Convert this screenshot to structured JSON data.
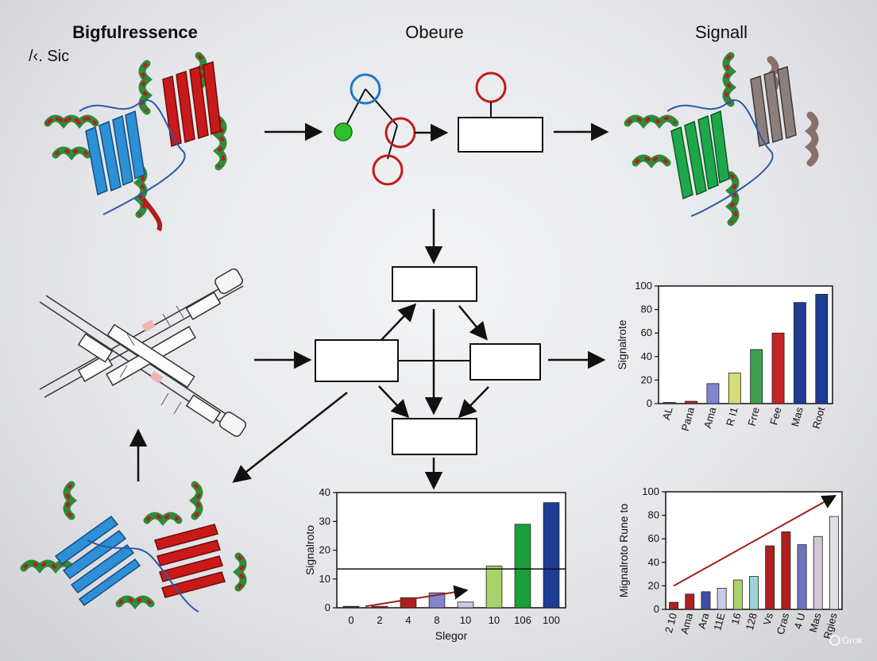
{
  "titles": {
    "left": "Bigfulressence",
    "left_sub": "/‹. Sic",
    "center": "Obeure",
    "right": "Signall"
  },
  "watermark": "Grok",
  "colors": {
    "helix_green": "#2e8b3a",
    "helix_red": "#b51d1d",
    "sheet_blue": "#2d8fd6",
    "sheet_red": "#c91a1a",
    "sheet_green": "#1fa84a",
    "sheet_gray": "#8a7f7c",
    "node_blue": "#1f78c8",
    "node_red": "#c21b1b",
    "node_green": "#2fbf2f"
  },
  "chart_data": [
    {
      "id": "right-bar-chart",
      "type": "bar",
      "categories": [
        "AL",
        "Pana",
        "Ama",
        "R I1",
        "Frre",
        "Fee",
        "Mas",
        "Root"
      ],
      "values": [
        1,
        2,
        17,
        26,
        46,
        60,
        86,
        93
      ],
      "colors": [
        "#3d4fa8",
        "#c02020",
        "#7f85cf",
        "#d8dc78",
        "#3aa04a",
        "#c42424",
        "#1f3c93",
        "#1f3c93"
      ],
      "ylabel": "Signalrote",
      "ylim": [
        0,
        100
      ],
      "yticks": [
        0,
        20,
        40,
        60,
        80,
        100
      ]
    },
    {
      "id": "bottom-bar-chart",
      "type": "bar",
      "categories": [
        "0",
        "2",
        "4",
        "8",
        "10",
        "10",
        "106",
        "100"
      ],
      "values": [
        0.5,
        0.5,
        3.5,
        5.2,
        2,
        14.5,
        29,
        36.5
      ],
      "colors": [
        "#333333",
        "#b01f1f",
        "#b01f1f",
        "#7f85cf",
        "#c8cbe2",
        "#a8d36a",
        "#1a9f3a",
        "#1f3c93"
      ],
      "xlabel": "Slegor",
      "ylabel": "Signalroto",
      "ylim": [
        0,
        40
      ],
      "yticks": [
        0,
        10,
        20,
        30,
        40
      ],
      "reference_line_y": 13.5,
      "trend_line": [
        [
          1,
          0.5
        ],
        [
          4.5,
          6
        ]
      ]
    },
    {
      "id": "bottom-right-bar-chart",
      "type": "bar",
      "categories": [
        "2 10",
        "Ama",
        "Ara",
        "11E",
        "16",
        "128",
        "Vs",
        "Cras",
        "4 U",
        "Mas",
        "Rgies"
      ],
      "values": [
        6,
        13,
        15,
        18,
        25,
        28,
        54,
        66,
        55,
        62,
        79
      ],
      "colors": [
        "#b01f1f",
        "#b01f1f",
        "#3d4fa8",
        "#c8cbe2",
        "#a8d36a",
        "#9fd2d8",
        "#b01f1f",
        "#b01f1f",
        "#6d74c0",
        "#d0c8d6",
        "#e0e0e8"
      ],
      "ylabel": "Mignalroto Rune to",
      "ylim": [
        0,
        100
      ],
      "yticks": [
        0,
        20,
        40,
        60,
        80,
        100
      ],
      "trend_line": [
        [
          0.5,
          20
        ],
        [
          10.5,
          96
        ]
      ]
    }
  ]
}
